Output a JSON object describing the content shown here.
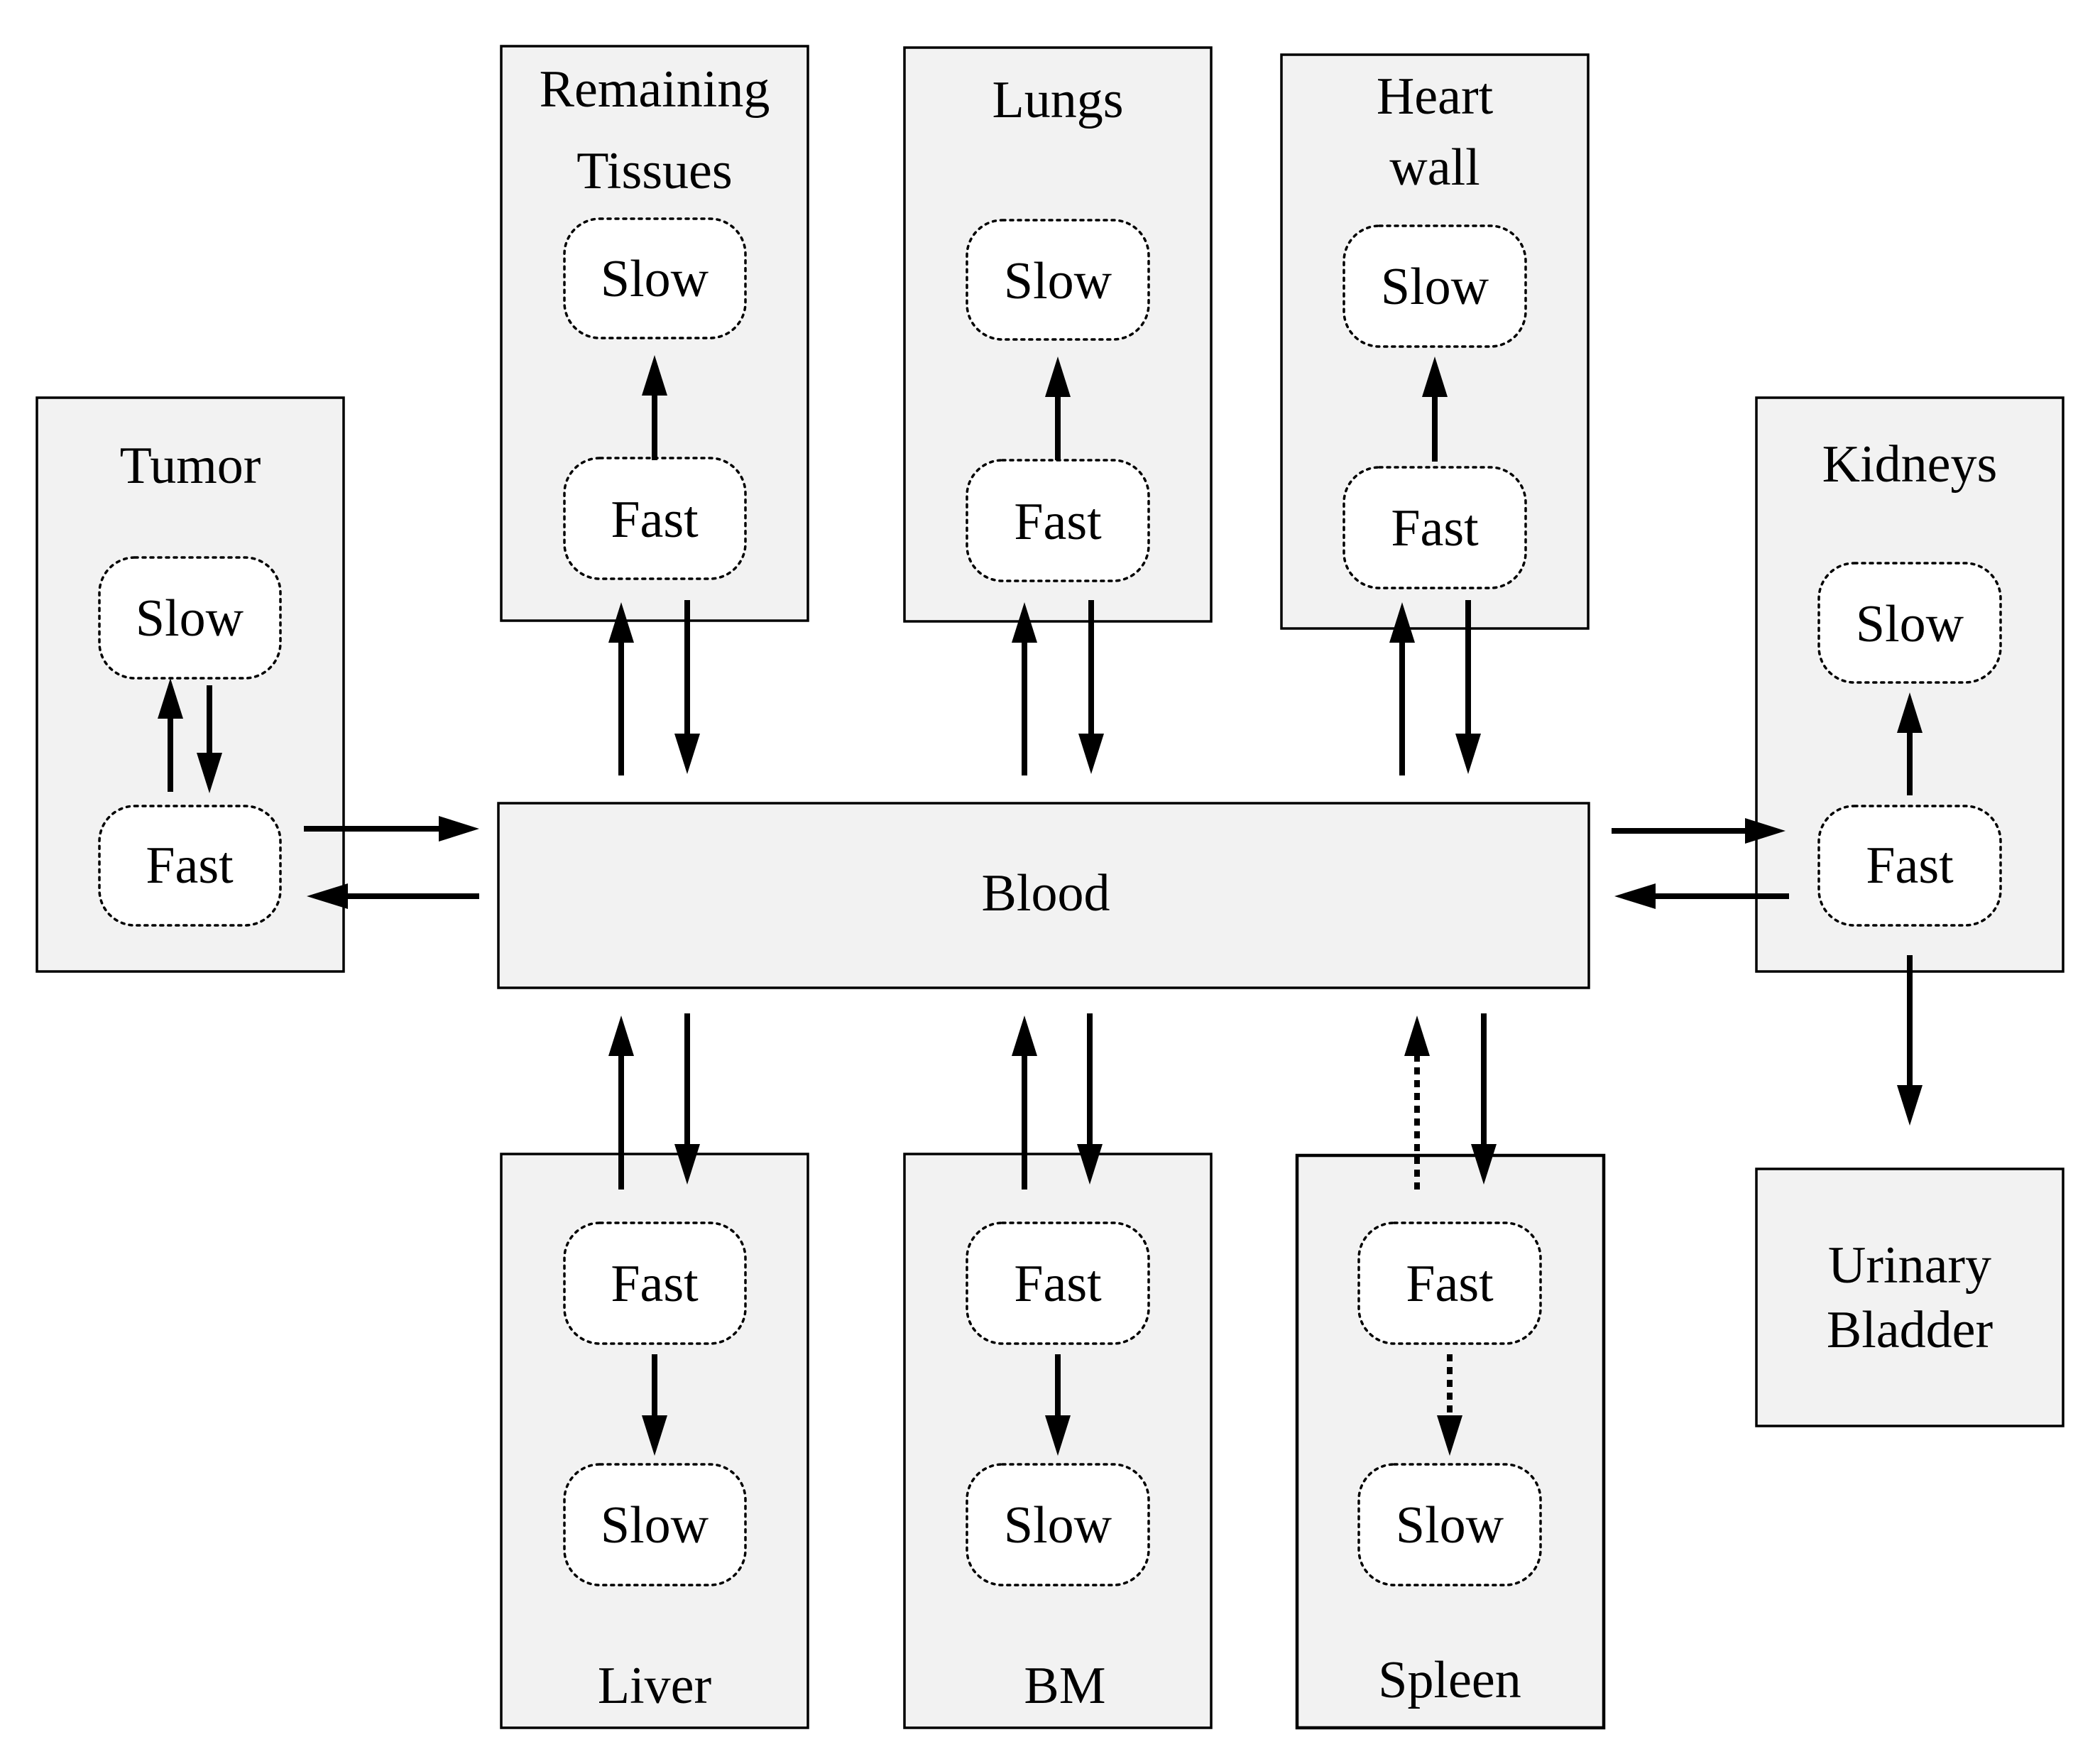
{
  "blood": {
    "label": "Blood"
  },
  "organs": {
    "tumor": {
      "title": "Tumor",
      "fast": "Fast",
      "slow": "Slow"
    },
    "remaining_tissues": {
      "title_line1": "Remaining",
      "title_line2": "Tissues",
      "fast": "Fast",
      "slow": "Slow"
    },
    "lungs": {
      "title": "Lungs",
      "fast": "Fast",
      "slow": "Slow"
    },
    "heart_wall": {
      "title_line1": "Heart",
      "title_line2": "wall",
      "fast": "Fast",
      "slow": "Slow"
    },
    "kidneys": {
      "title": "Kidneys",
      "fast": "Fast",
      "slow": "Slow"
    },
    "liver": {
      "title": "Liver",
      "fast": "Fast",
      "slow": "Slow"
    },
    "bm": {
      "title": "BM",
      "fast": "Fast",
      "slow": "Slow"
    },
    "spleen": {
      "title": "Spleen",
      "fast": "Fast",
      "slow": "Slow"
    },
    "urinary_bladder": {
      "title_line1": "Urinary",
      "title_line2": "Bladder"
    }
  }
}
